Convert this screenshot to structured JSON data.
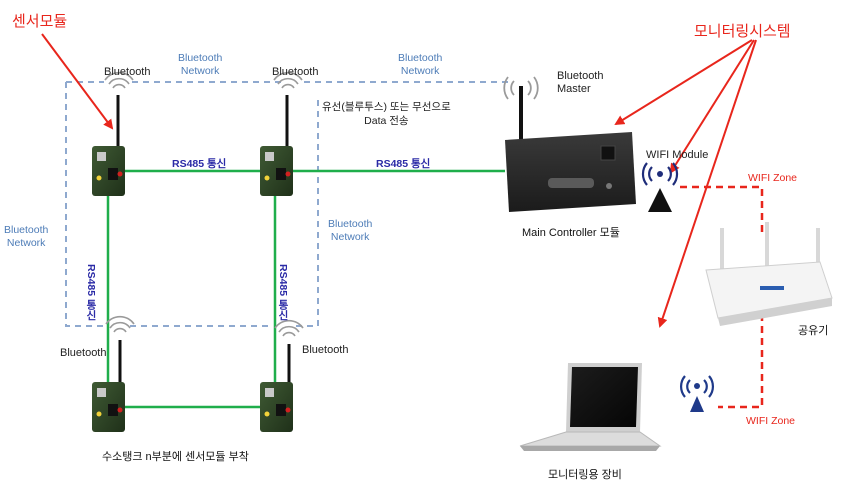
{
  "titles": {
    "sensor_module": "센서모듈",
    "monitoring_system": "모니터링시스템"
  },
  "labels": {
    "bluetooth": "Bluetooth",
    "bluetooth_network": "Bluetooth\nNetwork",
    "bluetooth_master": "Bluetooth\nMaster",
    "rs485": "RS485 통신",
    "wired_or_wireless": "유선(블루투스) 또는 무선으로\nData 전송",
    "wifi_module": "WIFI Module",
    "wifi_zone": "WIFI Zone",
    "main_controller": "Main Controller 모듈",
    "router": "공유기",
    "monitoring_device": "모니터링용 장비",
    "attach_caption": "수소탱크 n부분에 센서모듈 부착"
  },
  "colors": {
    "title_red": "#e8261c",
    "arrow_red": "#e8261c",
    "link_green": "#1fae4b",
    "bt_dashed": "#8fa9cf",
    "zone_red": "#e8261c",
    "rs485_text": "#2a2aa6",
    "network_text": "#4d7cb7"
  }
}
